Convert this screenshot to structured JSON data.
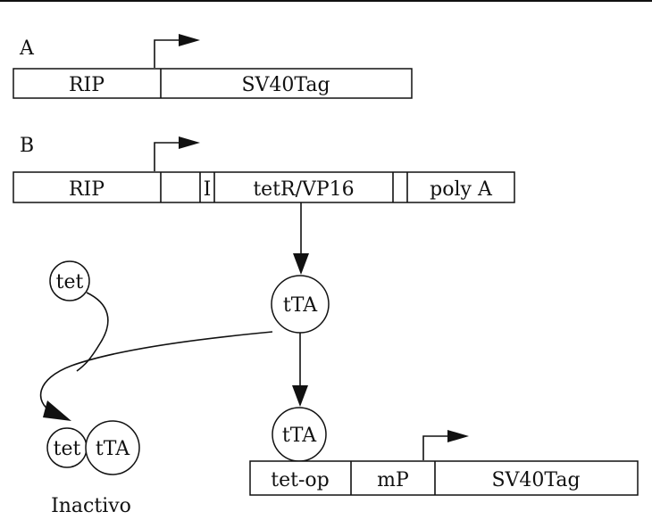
{
  "panel_a": {
    "label": "A",
    "segments": [
      "RIP",
      "SV40Tag"
    ]
  },
  "panel_b": {
    "label": "B",
    "segments": [
      "RIP",
      "I",
      "tetR/VP16",
      "poly A"
    ]
  },
  "molecules": {
    "tet": "tet",
    "tta": "tTA",
    "tta_bound": "tTA",
    "complex_tet": "tet",
    "complex_tta": "tTA"
  },
  "complex_caption": "Inactivo",
  "response_construct": {
    "segments": [
      "tet-op",
      "mP",
      "SV40Tag"
    ]
  },
  "colors": {
    "ink": "#111111",
    "background": "#ffffff"
  }
}
